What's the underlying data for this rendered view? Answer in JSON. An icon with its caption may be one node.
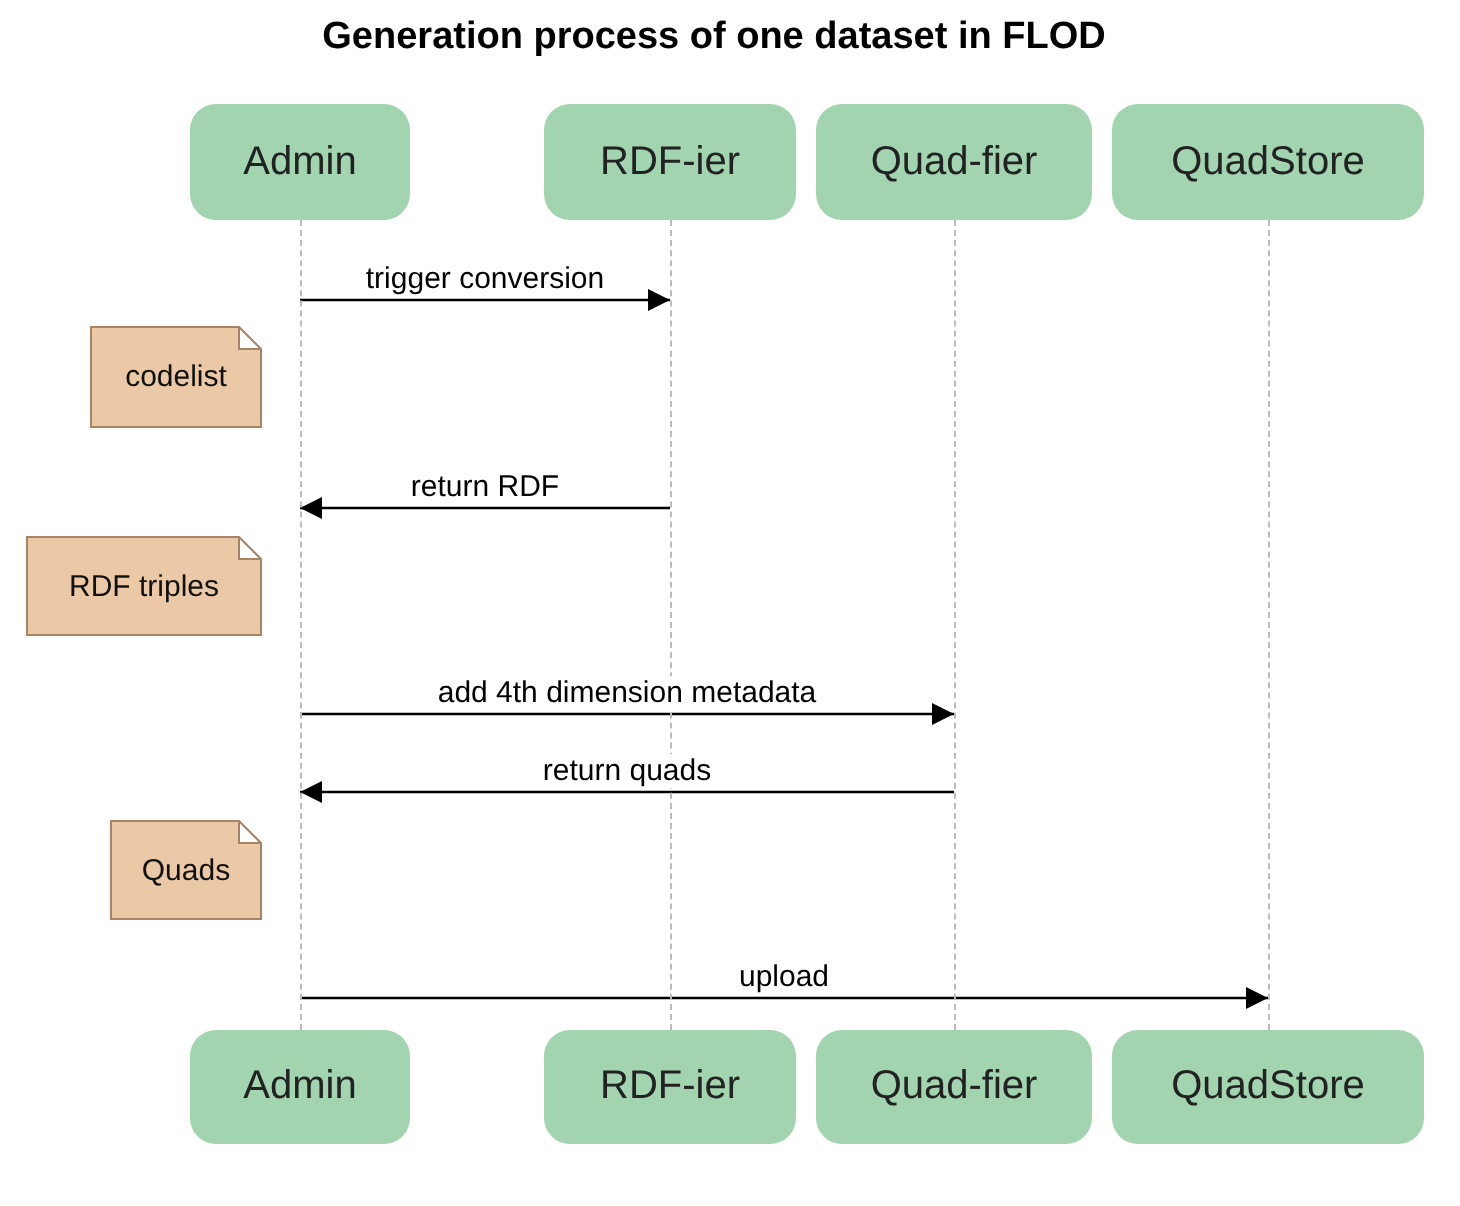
{
  "diagram": {
    "title": "Generation process of one dataset in FLOD",
    "nodes": [
      {
        "text": [
          "Admin"
        ]
      },
      {
        "text": [
          "RDF-ier"
        ]
      },
      {
        "text": [
          "Quad-fier"
        ]
      },
      {
        "text": [
          "QuadStore"
        ]
      },
      {
        "text": [
          "Admin"
        ]
      },
      {
        "text": [
          "RDF-ier"
        ]
      },
      {
        "text": [
          "Quad-fier"
        ]
      },
      {
        "text": [
          "QuadStore"
        ]
      },
      {
        "text": [
          "codelist"
        ]
      },
      {
        "text": [
          "RDF triples"
        ]
      },
      {
        "text": [
          "Quads"
        ]
      },
      {
        "text": [],
        "shape": "bar"
      },
      {
        "text": [],
        "shape": "bar"
      },
      {
        "text": [],
        "shape": "bar"
      },
      {
        "text": [],
        "shape": "bar"
      }
    ],
    "edges": [
      {
        "from": 11,
        "to": 12,
        "arrow": "to",
        "label": "trigger conversion"
      },
      {
        "from": 12,
        "to": 11,
        "arrow": "to",
        "label": "return RDF"
      },
      {
        "from": 11,
        "to": 13,
        "arrow": "to",
        "label": "add 4th dimension metadata"
      },
      {
        "from": 13,
        "to": 11,
        "arrow": "to",
        "label": "return quads"
      },
      {
        "from": 11,
        "to": 14,
        "arrow": "to",
        "label": "upload"
      }
    ]
  }
}
